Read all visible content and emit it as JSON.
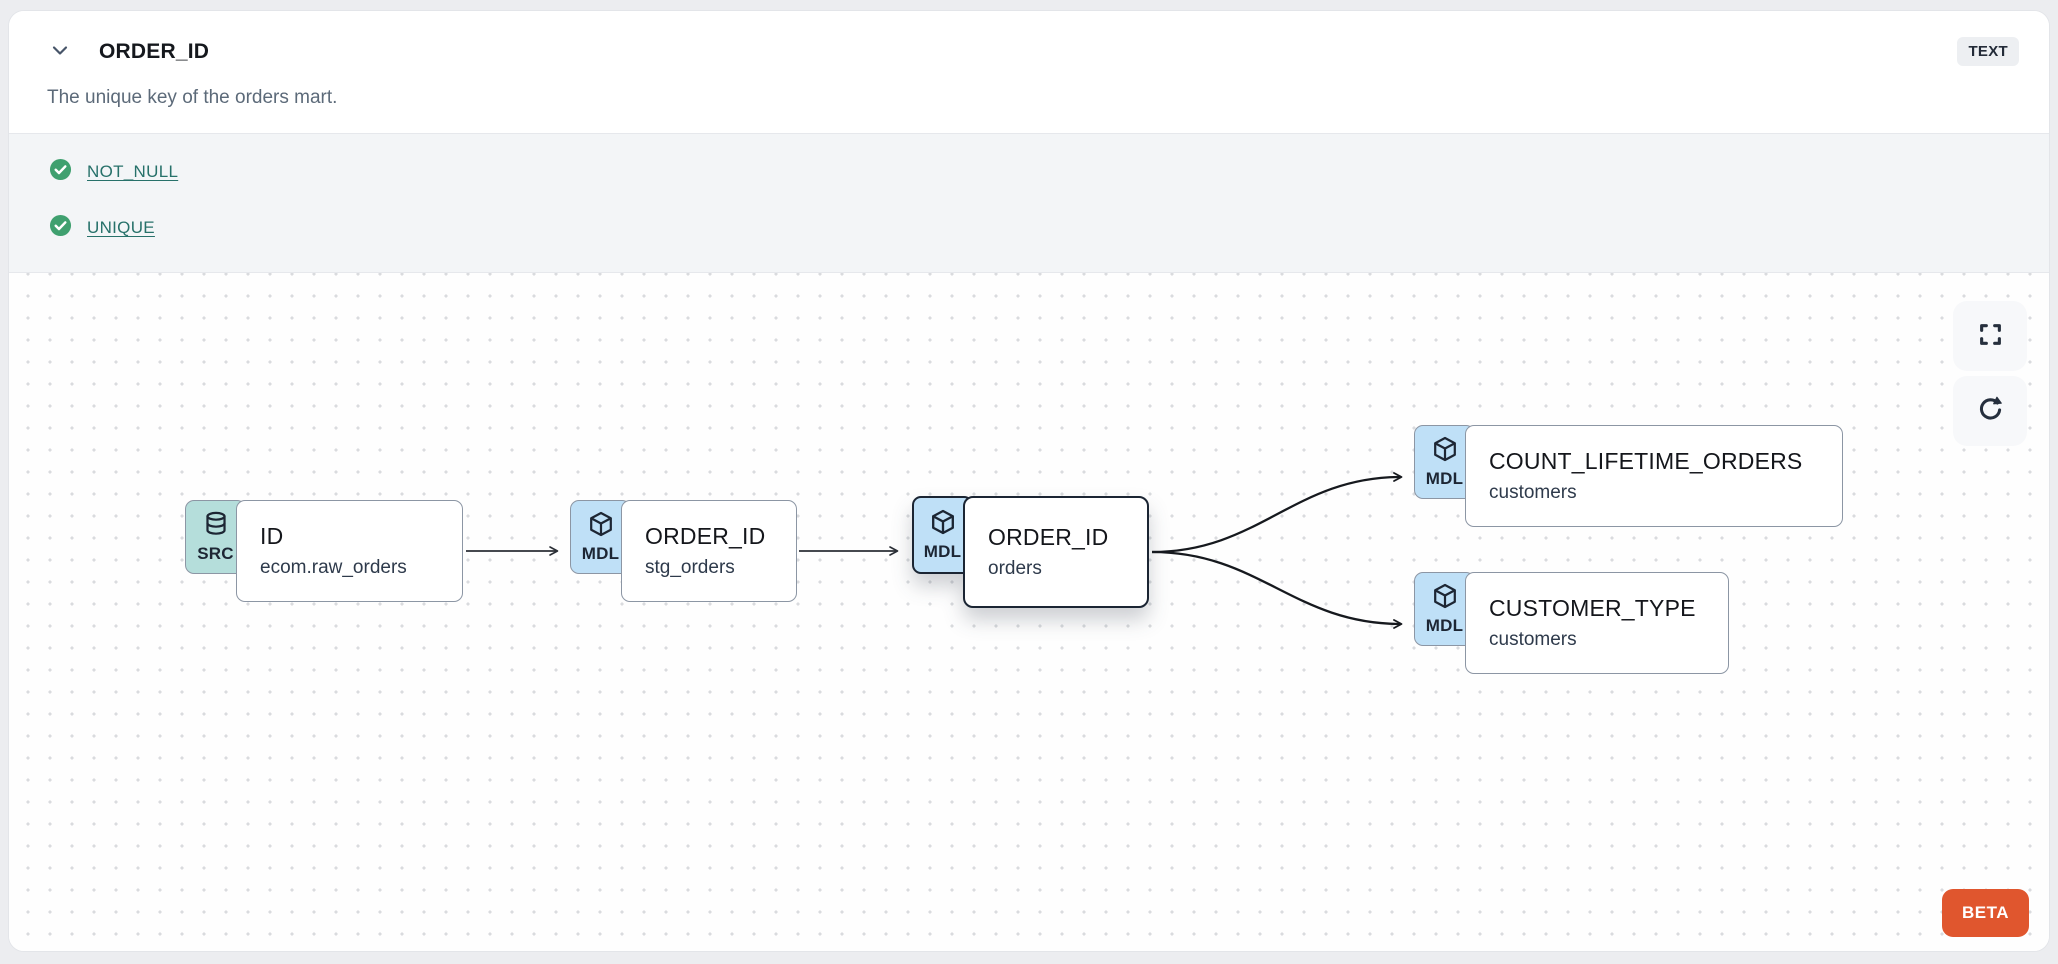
{
  "header": {
    "title": "ORDER_ID",
    "type_badge": "TEXT",
    "description": "The unique key of the orders mart."
  },
  "tests": {
    "items": [
      {
        "icon": "check-circle",
        "label": "NOT_NULL"
      },
      {
        "icon": "check-circle",
        "label": "UNIQUE"
      }
    ]
  },
  "canvas": {
    "nodes": [
      {
        "badge": "SRC",
        "icon": "database",
        "title": "ID",
        "subtitle": "ecom.raw_orders",
        "selected": false
      },
      {
        "badge": "MDL",
        "icon": "cube",
        "title": "ORDER_ID",
        "subtitle": "stg_orders",
        "selected": false
      },
      {
        "badge": "MDL",
        "icon": "cube",
        "title": "ORDER_ID",
        "subtitle": "orders",
        "selected": true
      },
      {
        "badge": "MDL",
        "icon": "cube",
        "title": "COUNT_LIFETIME_ORDERS",
        "subtitle": "customers",
        "selected": false
      },
      {
        "badge": "MDL",
        "icon": "cube",
        "title": "CUSTOMER_TYPE",
        "subtitle": "customers",
        "selected": false
      }
    ],
    "edges": [
      {
        "from": "ID / ecom.raw_orders",
        "to": "ORDER_ID / stg_orders"
      },
      {
        "from": "ORDER_ID / stg_orders",
        "to": "ORDER_ID / orders"
      },
      {
        "from": "ORDER_ID / orders",
        "to": "COUNT_LIFETIME_ORDERS / customers"
      },
      {
        "from": "ORDER_ID / orders",
        "to": "CUSTOMER_TYPE / customers"
      }
    ],
    "controls": [
      {
        "icon": "fullscreen"
      },
      {
        "icon": "refresh"
      }
    ],
    "beta_label": "BETA"
  },
  "colors": {
    "beta_orange": "#E0562E",
    "badge_source_teal": "#B5DEDB",
    "badge_model_blue": "#BFE0F7",
    "test_link_teal": "#27716A",
    "check_green": "#3FA06F",
    "node_border_gray": "#8C96A4",
    "selected_border_navy": "#1B2533"
  }
}
